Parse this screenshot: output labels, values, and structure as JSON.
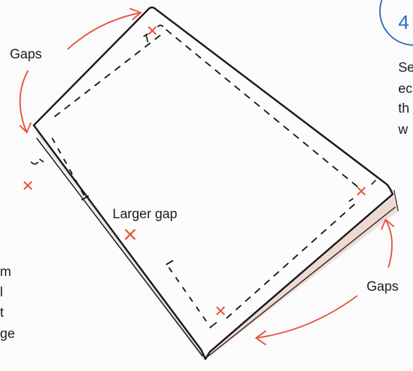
{
  "labels": {
    "gaps_top_left": "Gaps",
    "gaps_bottom_right": "Gaps",
    "larger_gap": "Larger gap"
  },
  "step": {
    "number": "4",
    "text_fragments": [
      "Se",
      "ec",
      "th",
      "w"
    ]
  },
  "left_text_fragments": [
    "m",
    "l",
    "t",
    "ge"
  ],
  "colors": {
    "accent": "#e8533f",
    "step_circle": "#2f6fb8",
    "ink": "#1b1b1b"
  }
}
